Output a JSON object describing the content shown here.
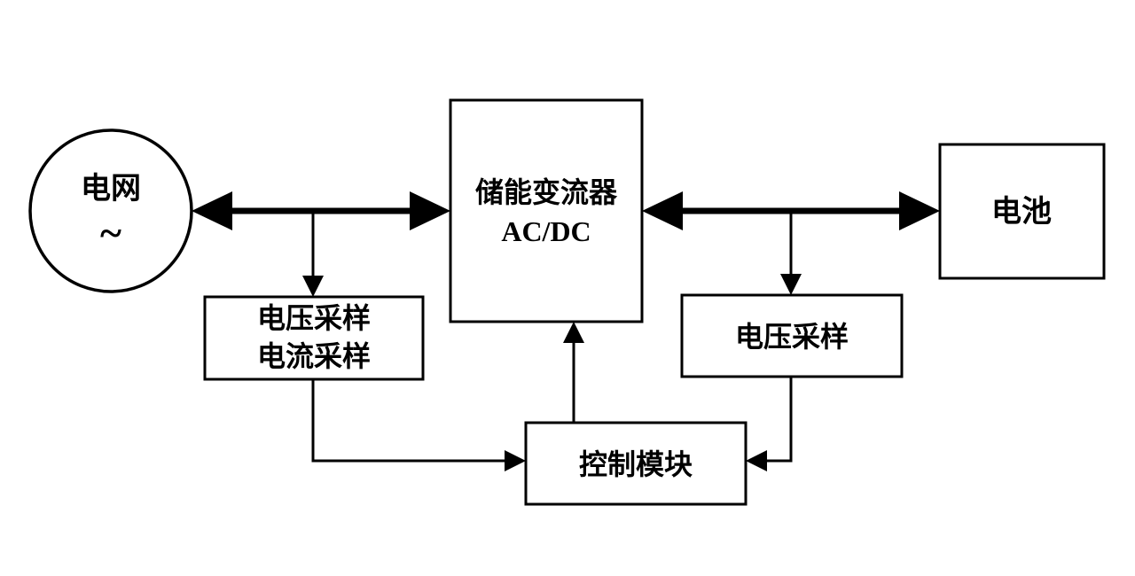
{
  "diagram": {
    "title": "Energy storage converter control block diagram",
    "background_color": "#ffffff",
    "line_color": "#000000",
    "nodes": {
      "grid": {
        "label": "电网",
        "symbol": "~"
      },
      "converter": {
        "line1": "储能变流器",
        "line2": "AC/DC"
      },
      "battery": {
        "label": "电池"
      },
      "grid_sampling": {
        "line1": "电压采样",
        "line2": "电流采样"
      },
      "battery_sampling": {
        "label": "电压采样"
      },
      "control": {
        "label": "控制模块"
      }
    },
    "connections": [
      {
        "from": "grid",
        "to": "converter",
        "style": "thick-double-arrow"
      },
      {
        "from": "converter",
        "to": "battery",
        "style": "thick-double-arrow"
      },
      {
        "from": "grid-converter-bus",
        "to": "grid_sampling",
        "style": "thin-arrow"
      },
      {
        "from": "converter-battery-bus",
        "to": "battery_sampling",
        "style": "thin-arrow"
      },
      {
        "from": "grid_sampling",
        "to": "control",
        "style": "thin-arrow"
      },
      {
        "from": "battery_sampling",
        "to": "control",
        "style": "thin-arrow"
      },
      {
        "from": "control",
        "to": "converter",
        "style": "thin-arrow"
      }
    ]
  }
}
